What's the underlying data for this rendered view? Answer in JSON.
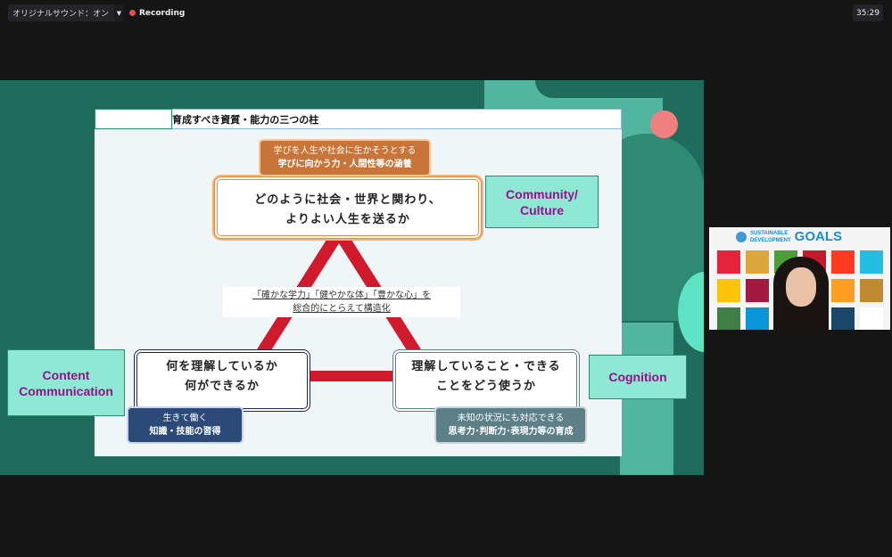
{
  "meeting": {
    "audio_label": "オリジナルサウンド：オン",
    "recording_label": "Recording",
    "timer": "35:29"
  },
  "slide": {
    "title": "育成すべき資質・能力の三つの柱",
    "top": {
      "label_line1": "学びを人生や社会に生かそうとする",
      "label_line2": "学びに向かう力・人間性等の涵養",
      "main_line1": "どのように社会・世界と関わり、",
      "main_line2": "よりよい人生を送るか"
    },
    "center": {
      "line1": "「確かな学力」「健やかな体」「豊かな心」を",
      "line2": "総合的にとらえて構造化"
    },
    "left": {
      "main_line1": "何を理解しているか",
      "main_line2": "何ができるか",
      "label_line1": "生きて働く",
      "label_line2": "知識・技能の習得"
    },
    "right": {
      "main_line1": "理解していること・できる",
      "main_line2": "ことをどう使うか",
      "label_line1": "未知の状況にも対応できる",
      "label_line2": "思考力･判断力･表現力等の育成"
    },
    "tags": {
      "community_line1": "Community/",
      "community_line2": "Culture",
      "content_line1": "Content",
      "content_line2": "Communication",
      "cognition": "Cognition"
    }
  },
  "webcam": {
    "banner_line1": "SUSTAINABLE",
    "banner_line2": "DEVELOPMENT",
    "banner_goals": "GOALS"
  }
}
